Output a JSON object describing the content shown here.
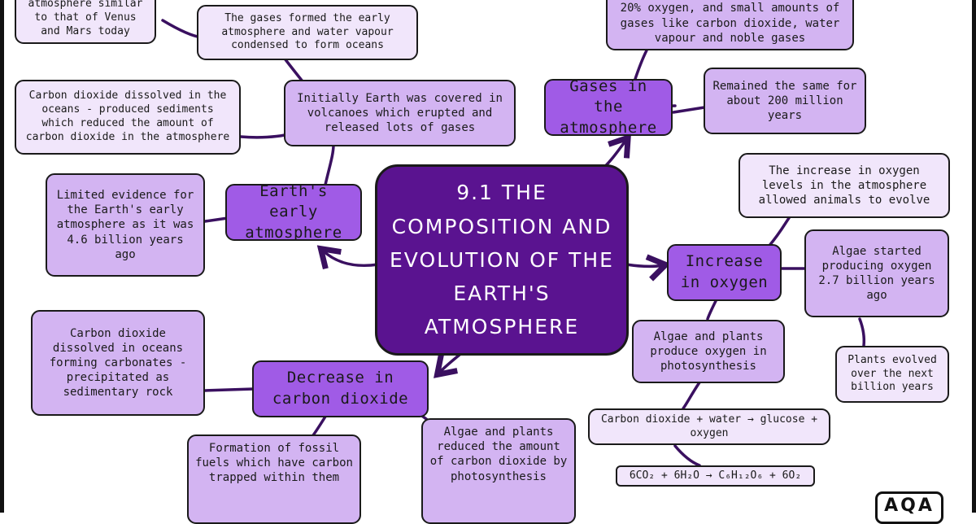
{
  "title": "9.1 THE COMPOSITION AND EVOLUTION OF THE EARTH'S ATMOSPHERE",
  "hubs": {
    "early": "Earth's early atmosphere",
    "gases": "Gases in the atmosphere",
    "oxygen": "Increase in oxygen",
    "co2": "Decrease in carbon dioxide"
  },
  "notes": {
    "venus_mars": "atmosphere similar to that of Venus and Mars today",
    "gases_formed": "The gases formed the early atmosphere and water vapour condensed to form oceans",
    "volcanoes": "Initially Earth was covered in volcanoes which erupted and released lots of gases",
    "co2_dissolved_sediments": "Carbon dioxide dissolved in the oceans - produced sediments which reduced the amount of carbon dioxide in the atmosphere",
    "limited_evidence": "Limited evidence for the Earth's early atmosphere as it was 4.6 billion years ago",
    "gases_top": "20% oxygen, and small amounts of gases like carbon dioxide, water vapour and noble gases",
    "remained_same": "Remained the same for about 200 million years",
    "animals_evolve": "The increase in oxygen levels in the atmosphere allowed animals to evolve",
    "algae_started": "Algae started producing oxygen 2.7 billion years ago",
    "plants_evolved": "Plants evolved over the next billion years",
    "photosynthesis_o2": "Algae and plants produce oxygen in photosynthesis",
    "word_equation": "Carbon dioxide + water → glucose + oxygen",
    "symbol_equation": "6CO₂ + 6H₂O → C₆H₁₂O₆ + 6O₂",
    "carbonates": "Carbon dioxide dissolved in oceans forming carbonates - precipitated as sedimentary rock",
    "fossil_fuels": "Formation of fossil fuels which have carbon trapped within them",
    "reduced_co2": "Algae and plants reduced the amount of carbon dioxide by photosynthesis"
  },
  "logo": "AQA",
  "colors": {
    "center": "#5a1390",
    "hub": "#a05be6",
    "mid": "#d3b4f2",
    "light": "#f1e6fb"
  }
}
